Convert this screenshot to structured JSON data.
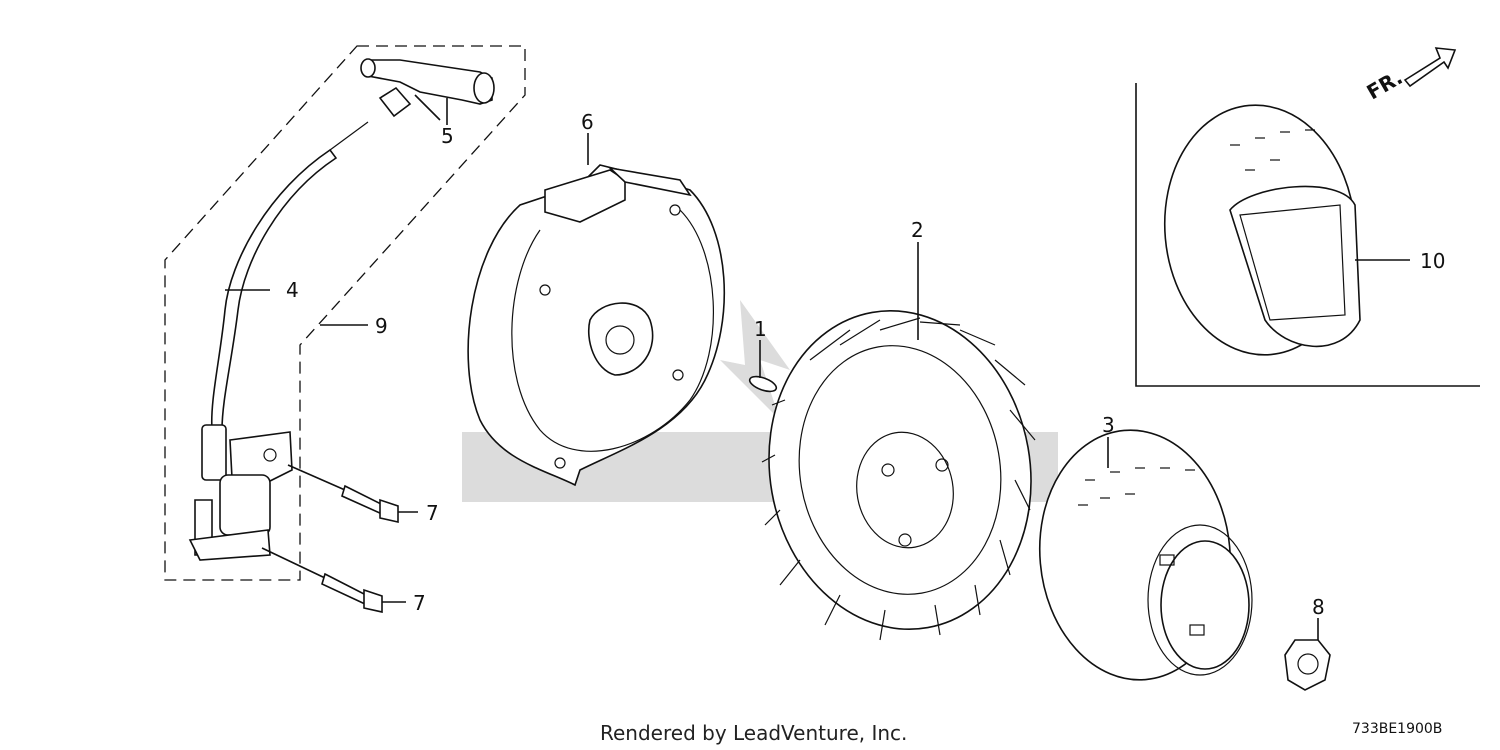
{
  "callouts": {
    "c1": "1",
    "c2": "2",
    "c3": "3",
    "c4": "4",
    "c5": "5",
    "c6": "6",
    "c7a": "7",
    "c7b": "7",
    "c8": "8",
    "c9": "9",
    "c10": "10"
  },
  "direction_label": "FR.",
  "footer_text": "Rendered by LeadVenture, Inc.",
  "diagram_code": "733BE1900B"
}
